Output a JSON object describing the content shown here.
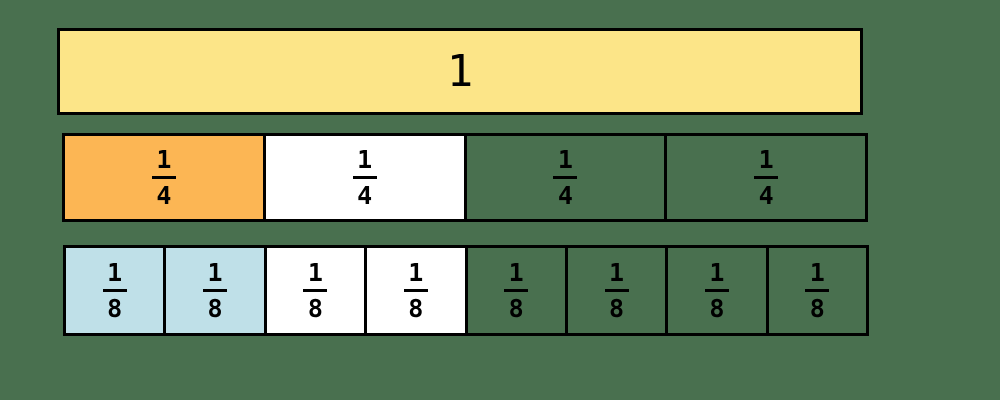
{
  "colors": {
    "background": "#49704F",
    "border": "#000000",
    "text": "#000000",
    "whole_fill": "#FCE588",
    "quarter_shaded_fill": "#FCB654",
    "eighth_shaded_fill": "#BFE0E8",
    "unshaded_fill": "#FFFFFF",
    "transparent_fill": "transparent"
  },
  "bars": [
    {
      "name": "whole",
      "segments": [
        {
          "label": "1",
          "fill": "#FCE588"
        }
      ]
    },
    {
      "name": "quarters",
      "segments": [
        {
          "numerator": "1",
          "denominator": "4",
          "fill": "#FCB654"
        },
        {
          "numerator": "1",
          "denominator": "4",
          "fill": "#FFFFFF"
        },
        {
          "numerator": "1",
          "denominator": "4",
          "fill": "transparent"
        },
        {
          "numerator": "1",
          "denominator": "4",
          "fill": "transparent"
        }
      ]
    },
    {
      "name": "eighths",
      "segments": [
        {
          "numerator": "1",
          "denominator": "8",
          "fill": "#BFE0E8"
        },
        {
          "numerator": "1",
          "denominator": "8",
          "fill": "#BFE0E8"
        },
        {
          "numerator": "1",
          "denominator": "8",
          "fill": "#FFFFFF"
        },
        {
          "numerator": "1",
          "denominator": "8",
          "fill": "#FFFFFF"
        },
        {
          "numerator": "1",
          "denominator": "8",
          "fill": "transparent"
        },
        {
          "numerator": "1",
          "denominator": "8",
          "fill": "transparent"
        },
        {
          "numerator": "1",
          "denominator": "8",
          "fill": "transparent"
        },
        {
          "numerator": "1",
          "denominator": "8",
          "fill": "transparent"
        }
      ]
    }
  ]
}
